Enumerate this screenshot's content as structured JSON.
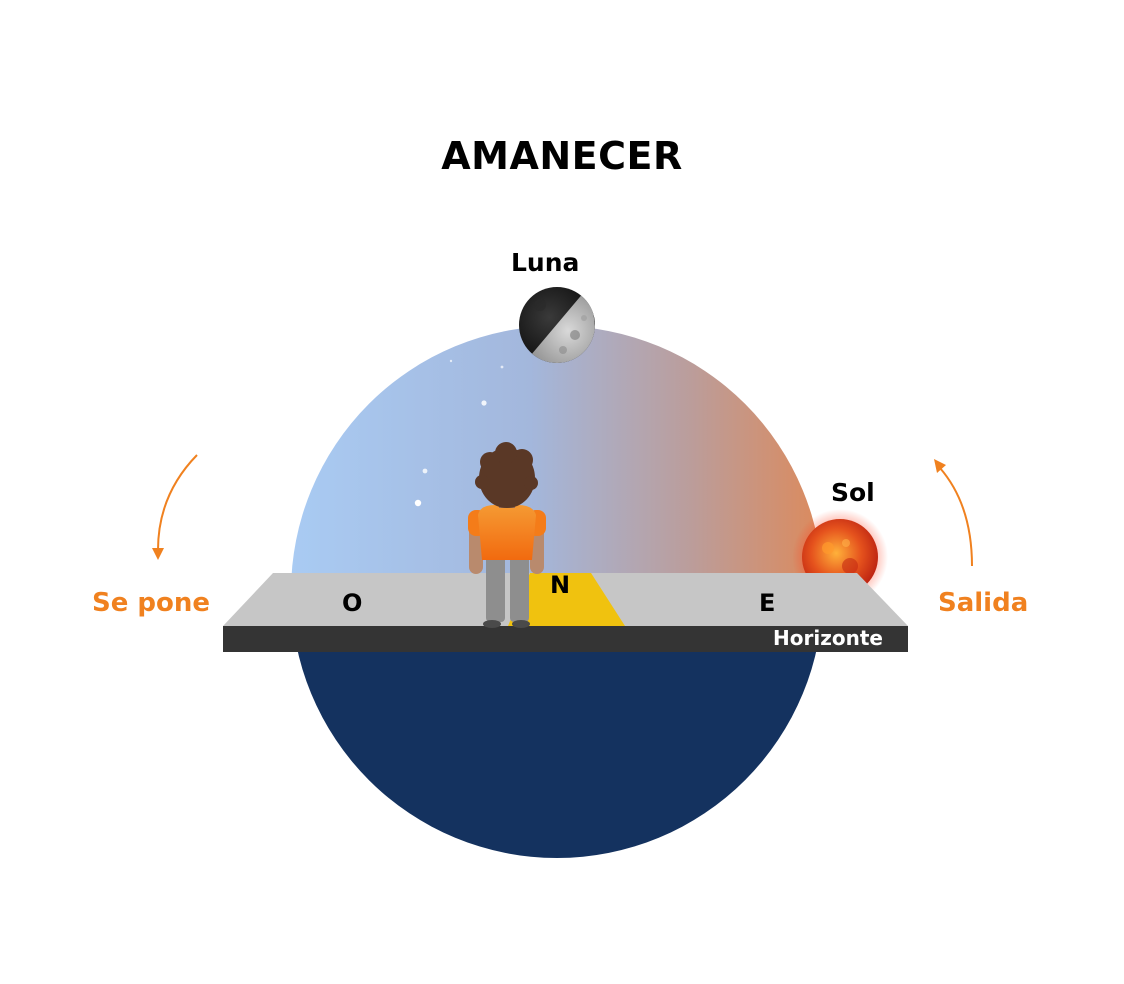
{
  "title": "AMANECER",
  "moon": {
    "label": "Luna"
  },
  "sun": {
    "label": "Sol"
  },
  "west": {
    "letter": "O",
    "caption": "Se pone"
  },
  "north": {
    "letter": "N"
  },
  "east": {
    "letter": "E",
    "caption": "Salida"
  },
  "horizon": {
    "label": "Horizonte"
  },
  "colors": {
    "sky_day_west": "#a9cbf3",
    "sky_dawn_east": "#d98a5e",
    "below_horizon": "#14325f",
    "ground": "#c6c6c6",
    "ground_edge": "#343434",
    "north_path": "#f0c20f",
    "arrow": "#f0811f",
    "sun": "#e2441c",
    "shirt": "#f47c19",
    "pants": "#8e8e8e",
    "hair": "#5a3826"
  }
}
